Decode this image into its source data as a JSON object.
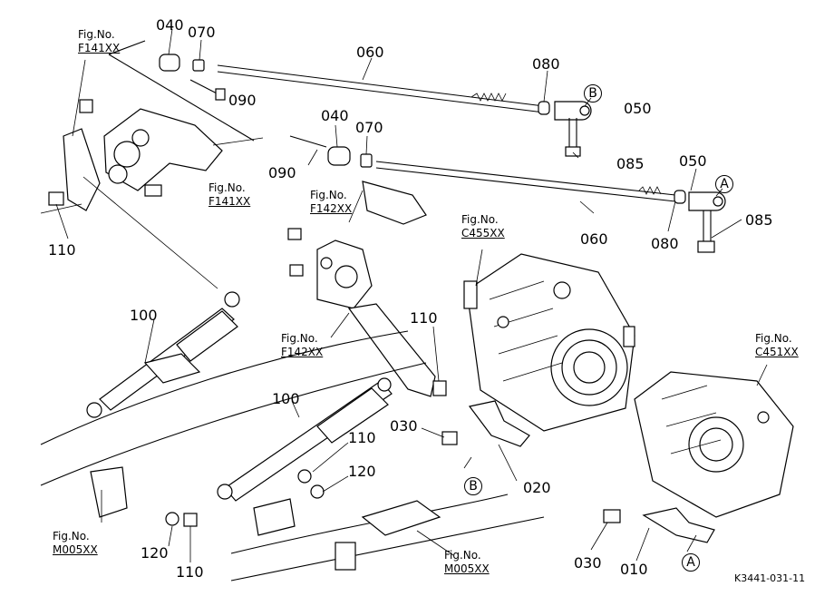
{
  "part_labels": {
    "l040a": "040",
    "l070a": "070",
    "l060a": "060",
    "l080a": "080",
    "l050a": "050",
    "l090a": "090",
    "l040b": "040",
    "l070b": "070",
    "l090b": "090",
    "l085a": "085",
    "l050b": "050",
    "l085b": "085",
    "l060b": "060",
    "l080b": "080",
    "l110a": "110",
    "l100a": "100",
    "l110b": "110",
    "l100b": "100",
    "l110c": "110",
    "l030a": "030",
    "l120a": "120",
    "l020": "020",
    "l120b": "120",
    "l110d": "110",
    "l030b": "030",
    "l010": "010"
  },
  "circle_markers": {
    "b1": "B",
    "a1": "A",
    "b2": "B",
    "a2": "A"
  },
  "figure_refs": {
    "f141_top": {
      "prefix": "Fig.No.",
      "code": "F141XX"
    },
    "f141_mid": {
      "prefix": "Fig.No.",
      "code": "F141XX"
    },
    "f142_top": {
      "prefix": "Fig.No.",
      "code": "F142XX"
    },
    "f142_mid": {
      "prefix": "Fig.No.",
      "code": "F142XX"
    },
    "c455": {
      "prefix": "Fig.No.",
      "code": "C455XX"
    },
    "c451": {
      "prefix": "Fig.No.",
      "code": "C451XX"
    },
    "m005_left": {
      "prefix": "Fig.No.",
      "code": "M005XX"
    },
    "m005_right": {
      "prefix": "Fig.No.",
      "code": "M005XX"
    }
  },
  "drawing_ref": "K3441-031-11"
}
